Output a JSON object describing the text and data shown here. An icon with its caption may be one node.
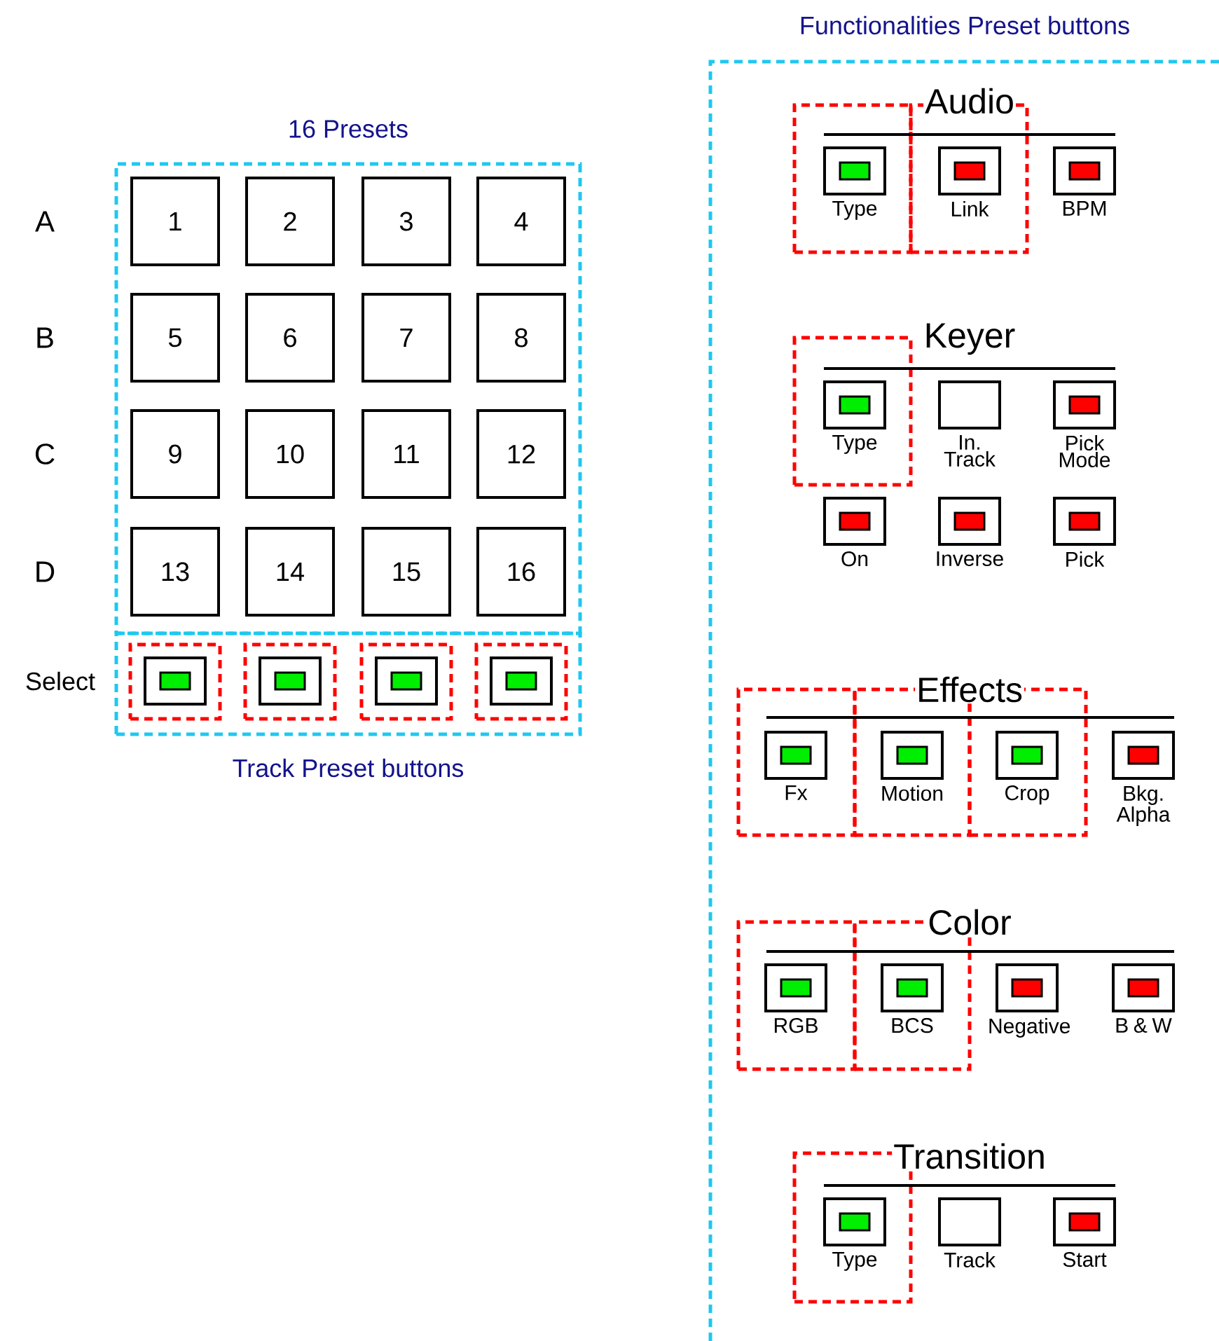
{
  "diagram": {
    "nodes": [
      {
        "text": [
          "16 Presets"
        ]
      },
      {
        "text": [
          "1"
        ],
        "in": 0
      },
      {
        "text": [
          "2"
        ],
        "in": 0
      },
      {
        "text": [
          "3"
        ],
        "in": 0
      },
      {
        "text": [
          "4"
        ],
        "in": 0
      },
      {
        "text": [
          "5"
        ],
        "in": 0
      },
      {
        "text": [
          "6"
        ],
        "in": 0
      },
      {
        "text": [
          "7"
        ],
        "in": 0
      },
      {
        "text": [
          "8"
        ],
        "in": 0
      },
      {
        "text": [
          "9"
        ],
        "in": 0
      },
      {
        "text": [
          "10"
        ],
        "in": 0
      },
      {
        "text": [
          "11"
        ],
        "in": 0
      },
      {
        "text": [
          "12"
        ],
        "in": 0
      },
      {
        "text": [
          "13"
        ],
        "in": 0
      },
      {
        "text": [
          "14"
        ],
        "in": 0
      },
      {
        "text": [
          "15"
        ],
        "in": 0
      },
      {
        "text": [
          "16"
        ],
        "in": 0
      },
      {
        "text": [
          "Track Preset buttons"
        ]
      },
      {
        "text": [],
        "shape": "box",
        "in": 17
      },
      {
        "text": [],
        "shape": "box",
        "in": 18
      },
      {
        "text": [],
        "shape": "box",
        "in": 17
      },
      {
        "text": [],
        "shape": "box",
        "in": 20
      },
      {
        "text": [],
        "shape": "box",
        "in": 17
      },
      {
        "text": [],
        "shape": "box",
        "in": 22
      },
      {
        "text": [],
        "shape": "box",
        "in": 17
      },
      {
        "text": [],
        "shape": "box",
        "in": 24
      },
      {
        "text": [
          "Functionalities Preset buttons"
        ]
      },
      {
        "text": [],
        "shape": "box",
        "in": 26
      },
      {
        "text": [],
        "shape": "box",
        "in": 27,
        "beside": [
          "Type"
        ]
      },
      {
        "text": [],
        "shape": "box",
        "in": 26
      },
      {
        "text": [],
        "shape": "box",
        "in": 29,
        "beside": [
          "Link"
        ]
      },
      {
        "text": [],
        "shape": "box",
        "in": 26,
        "beside": [
          "BPM"
        ]
      },
      {
        "text": [],
        "shape": "box",
        "in": 26
      },
      {
        "text": [],
        "shape": "box",
        "in": 32,
        "beside": [
          "Type"
        ]
      },
      {
        "text": [],
        "shape": "box",
        "in": 26,
        "beside": [
          "In. Track"
        ]
      },
      {
        "text": [],
        "shape": "box",
        "in": 26,
        "beside": [
          "Pick Mode"
        ]
      },
      {
        "text": [],
        "shape": "box",
        "in": 26,
        "beside": [
          "On"
        ]
      },
      {
        "text": [],
        "shape": "box",
        "in": 26,
        "beside": [
          "Inverse"
        ]
      },
      {
        "text": [],
        "shape": "box",
        "in": 26,
        "beside": [
          "Pick"
        ]
      },
      {
        "text": [],
        "shape": "box",
        "in": 26
      },
      {
        "text": [],
        "shape": "box",
        "in": 39,
        "beside": [
          "Fx"
        ]
      },
      {
        "text": [],
        "shape": "box",
        "in": 26
      },
      {
        "text": [],
        "shape": "box",
        "in": 41,
        "beside": [
          "Motion"
        ]
      },
      {
        "text": [],
        "shape": "box",
        "in": 26
      },
      {
        "text": [],
        "shape": "box",
        "in": 43,
        "beside": [
          "Crop"
        ]
      },
      {
        "text": [],
        "shape": "box",
        "in": 26,
        "beside": [
          "Bkg. Alpha"
        ]
      },
      {
        "text": [],
        "shape": "box",
        "in": 26
      },
      {
        "text": [],
        "shape": "box",
        "in": 46,
        "beside": [
          "RGB"
        ]
      },
      {
        "text": [],
        "shape": "box",
        "in": 26
      },
      {
        "text": [],
        "shape": "box",
        "in": 48,
        "beside": [
          "BCS"
        ]
      },
      {
        "text": [],
        "shape": "box",
        "in": 26,
        "beside": [
          "Negative"
        ]
      },
      {
        "text": [],
        "shape": "box",
        "in": 26,
        "beside": [
          "B & W"
        ]
      },
      {
        "text": [],
        "shape": "box",
        "in": 26
      },
      {
        "text": [],
        "shape": "box",
        "in": 52,
        "beside": [
          "Type"
        ]
      },
      {
        "text": [],
        "shape": "box",
        "in": 26,
        "beside": [
          "Track"
        ]
      },
      {
        "text": [],
        "shape": "box",
        "in": 26,
        "beside": [
          "Start"
        ]
      }
    ],
    "labels": [
      "A",
      "B",
      "C",
      "D",
      "Select",
      "Audio",
      "Keyer",
      "Effects",
      "Color",
      "Transition"
    ]
  }
}
